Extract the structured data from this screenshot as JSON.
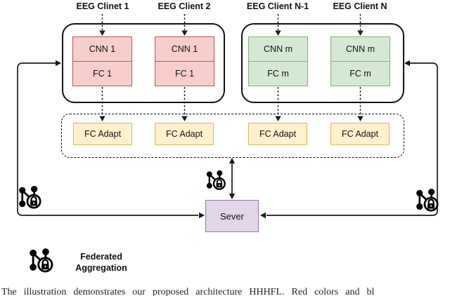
{
  "diagram": {
    "clients": [
      {
        "label": "EEG Clinet 1",
        "cnn": "CNN 1",
        "fc": "FC 1",
        "group": "red"
      },
      {
        "label": "EEG Client 2",
        "cnn": "CNN 1",
        "fc": "FC 1",
        "group": "red"
      },
      {
        "label": "EEG Client N-1",
        "cnn": "CNN m",
        "fc": "FC m",
        "group": "green"
      },
      {
        "label": "EEG Client N",
        "cnn": "CNN m",
        "fc": "FC m",
        "group": "green"
      }
    ],
    "adapters": [
      {
        "label": "FC Adapt"
      },
      {
        "label": "FC Adapt"
      },
      {
        "label": "FC Adapt"
      },
      {
        "label": "FC Adapt"
      }
    ],
    "server": {
      "label": "Sever"
    },
    "legend": {
      "icon": "federated-aggregation-icon",
      "label_line1": "Federated",
      "label_line2": "Aggregation"
    },
    "caption": "The illustration demonstrates our proposed architecture HHHFL. Red colors and bl",
    "colors": {
      "client_red_fill": "#F8CECC",
      "client_red_border": "#B85450",
      "client_green_fill": "#D5E8D4",
      "client_green_border": "#82B366",
      "adapter_fill": "#FFF2CC",
      "adapter_border": "#D6B656",
      "server_fill": "#E1D5E7",
      "server_border": "#9673A6",
      "line": "#1a1a1a"
    }
  }
}
